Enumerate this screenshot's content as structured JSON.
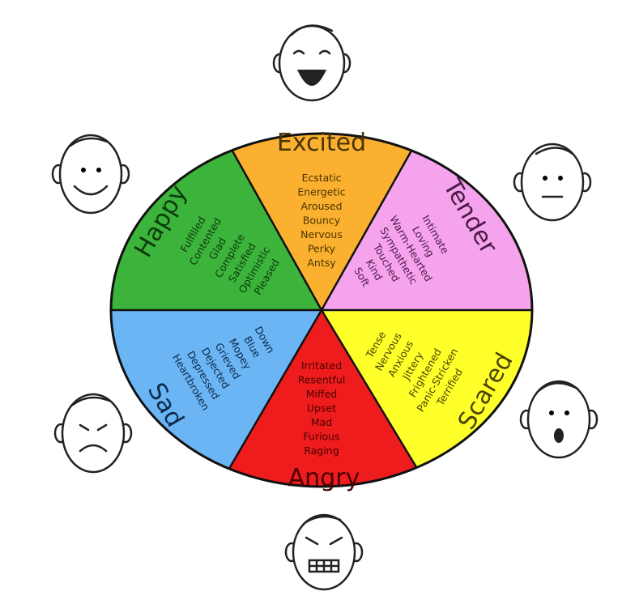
{
  "title": "Emotion Wheel",
  "sectors": [
    {
      "name": "Excited",
      "color": "#fbb12f",
      "text": "#4a3300",
      "words": [
        "Ecstatic",
        "Energetic",
        "Aroused",
        "Bouncy",
        "Nervous",
        "Perky",
        "Antsy"
      ]
    },
    {
      "name": "Tender",
      "color": "#f5a3ec",
      "text": "#4a1a45",
      "words": [
        "Intimate",
        "Loving",
        "Warm-Hearted",
        "Sympathetic",
        "Touched",
        "Kind",
        "Soft"
      ]
    },
    {
      "name": "Scared",
      "color": "#ffff2a",
      "text": "#4a4400",
      "words": [
        "Tense",
        "Nervous",
        "Anxious",
        "Jittery",
        "Frightened",
        "Panic-Stricken",
        "Terrified"
      ]
    },
    {
      "name": "Angry",
      "color": "#ee1c1c",
      "text": "#4a0000",
      "words": [
        "Irritated",
        "Resentful",
        "Miffed",
        "Upset",
        "Mad",
        "Furious",
        "Raging"
      ]
    },
    {
      "name": "Sad",
      "color": "#6bb5f5",
      "text": "#0d2a4a",
      "words": [
        "Down",
        "Blue",
        "Mopey",
        "Grieved",
        "Dejected",
        "Depressed",
        "Heartbroken"
      ]
    },
    {
      "name": "Happy",
      "color": "#3cb43c",
      "text": "#0c3a0c",
      "words": [
        "Fulfilled",
        "Contented",
        "Glad",
        "Complete",
        "Satisfied",
        "Optimistic",
        "Pleased"
      ]
    }
  ]
}
